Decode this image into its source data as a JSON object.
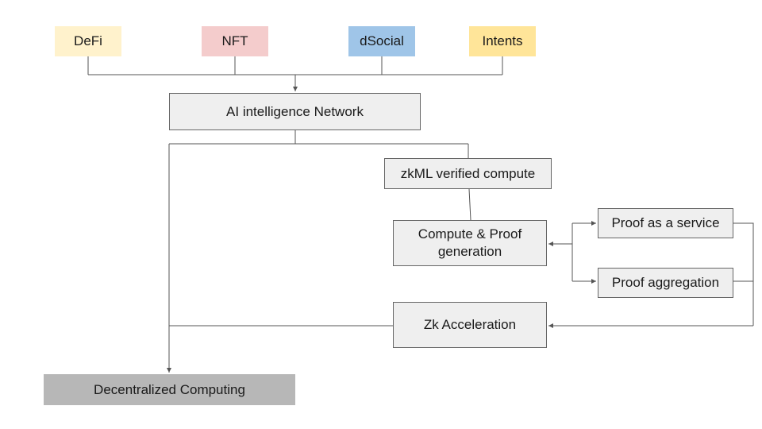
{
  "nodes": {
    "defi": {
      "label": "DeFi",
      "fill": "#fff2cc"
    },
    "nft": {
      "label": "NFT",
      "fill": "#f4cccc"
    },
    "dsocial": {
      "label": "dSocial",
      "fill": "#9fc5e8"
    },
    "intents": {
      "label": "Intents",
      "fill": "#ffe599"
    },
    "ai_network": {
      "label": "AI intelligence Network",
      "fill": "#efefef"
    },
    "zkml": {
      "label": "zkML verified compute",
      "fill": "#efefef"
    },
    "compute_proof": {
      "label_line1": "Compute & Proof",
      "label_line2": "generation",
      "fill": "#efefef"
    },
    "proof_service": {
      "label": "Proof as a service",
      "fill": "#efefef"
    },
    "proof_aggregation": {
      "label": "Proof aggregation",
      "fill": "#efefef"
    },
    "zk_acceleration": {
      "label": "Zk Acceleration",
      "fill": "#efefef"
    },
    "decentralized_computing": {
      "label": "Decentralized Computing",
      "fill": "#b7b7b7"
    }
  },
  "connector_color": "#555555"
}
